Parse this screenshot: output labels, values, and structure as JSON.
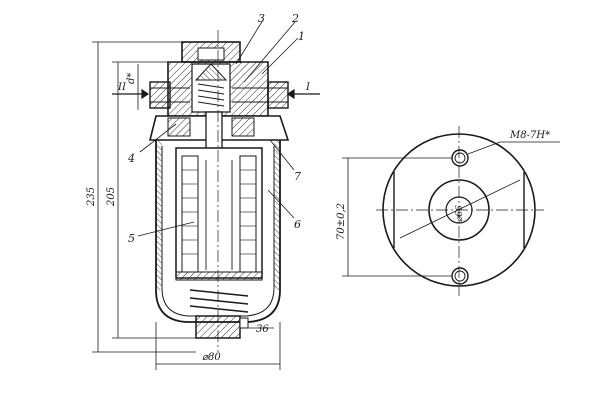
{
  "drawing": {
    "callouts": [
      "1",
      "2",
      "3",
      "4",
      "5",
      "6",
      "7"
    ],
    "section_marks": [
      "II",
      "I"
    ],
    "port_label": "d*",
    "dim_overall_height": "235",
    "dim_height_205": "205",
    "dim_bottom_diameter": "⌀80",
    "dim_drain_plug": "36",
    "thread_label": "M8-7H*",
    "dim_bolt_spacing": "70±0,2",
    "dim_bore": "⌀66"
  }
}
